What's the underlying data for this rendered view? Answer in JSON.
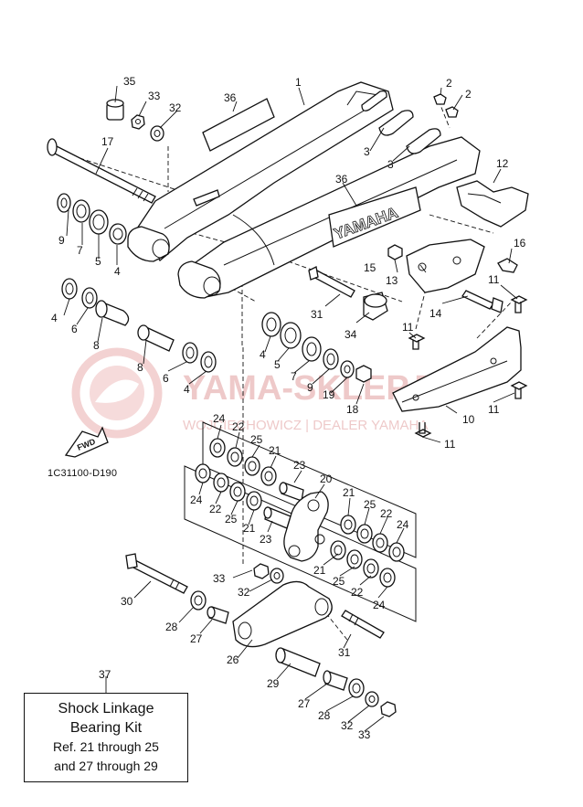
{
  "watermark": {
    "brand": "YAMA-SKLEP.PL",
    "subline": "WOJCIECHOWICZ | DEALER YAMAHA",
    "color": "#e9b8b8"
  },
  "decal_text": "YAMAHA",
  "fwd_label": "FWD",
  "catalog_code": "1C31100-D190",
  "kit": {
    "ref_no": "37",
    "line1": "Shock Linkage",
    "line2": "Bearing Kit",
    "line3": "Ref. 21 through 25",
    "line4": "and 27 through 29"
  },
  "callouts": [
    {
      "id": "c1",
      "text": "1"
    },
    {
      "id": "c2a",
      "text": "2"
    },
    {
      "id": "c2b",
      "text": "2"
    },
    {
      "id": "c3a",
      "text": "3"
    },
    {
      "id": "c3b",
      "text": "3"
    },
    {
      "id": "c4a",
      "text": "4"
    },
    {
      "id": "c4b",
      "text": "4"
    },
    {
      "id": "c4c",
      "text": "4"
    },
    {
      "id": "c4d",
      "text": "4"
    },
    {
      "id": "c5a",
      "text": "5"
    },
    {
      "id": "c5b",
      "text": "5"
    },
    {
      "id": "c6a",
      "text": "6"
    },
    {
      "id": "c6b",
      "text": "6"
    },
    {
      "id": "c7a",
      "text": "7"
    },
    {
      "id": "c7b",
      "text": "7"
    },
    {
      "id": "c8a",
      "text": "8"
    },
    {
      "id": "c8b",
      "text": "8"
    },
    {
      "id": "c9a",
      "text": "9"
    },
    {
      "id": "c9b",
      "text": "9"
    },
    {
      "id": "c10",
      "text": "10"
    },
    {
      "id": "c11a",
      "text": "11"
    },
    {
      "id": "c11b",
      "text": "11"
    },
    {
      "id": "c11c",
      "text": "11"
    },
    {
      "id": "c11d",
      "text": "11"
    },
    {
      "id": "c12",
      "text": "12"
    },
    {
      "id": "c13",
      "text": "13"
    },
    {
      "id": "c14",
      "text": "14"
    },
    {
      "id": "c15",
      "text": "15"
    },
    {
      "id": "c16",
      "text": "16"
    },
    {
      "id": "c17",
      "text": "17"
    },
    {
      "id": "c18",
      "text": "18"
    },
    {
      "id": "c19",
      "text": "19"
    },
    {
      "id": "c20",
      "text": "20"
    },
    {
      "id": "c21a",
      "text": "21"
    },
    {
      "id": "c21b",
      "text": "21"
    },
    {
      "id": "c21c",
      "text": "21"
    },
    {
      "id": "c21d",
      "text": "21"
    },
    {
      "id": "c22a",
      "text": "22"
    },
    {
      "id": "c22b",
      "text": "22"
    },
    {
      "id": "c22c",
      "text": "22"
    },
    {
      "id": "c22d",
      "text": "22"
    },
    {
      "id": "c23a",
      "text": "23"
    },
    {
      "id": "c23b",
      "text": "23"
    },
    {
      "id": "c24a",
      "text": "24"
    },
    {
      "id": "c24b",
      "text": "24"
    },
    {
      "id": "c24c",
      "text": "24"
    },
    {
      "id": "c24d",
      "text": "24"
    },
    {
      "id": "c25a",
      "text": "25"
    },
    {
      "id": "c25b",
      "text": "25"
    },
    {
      "id": "c25c",
      "text": "25"
    },
    {
      "id": "c25d",
      "text": "25"
    },
    {
      "id": "c26",
      "text": "26"
    },
    {
      "id": "c27a",
      "text": "27"
    },
    {
      "id": "c27b",
      "text": "27"
    },
    {
      "id": "c28a",
      "text": "28"
    },
    {
      "id": "c28b",
      "text": "28"
    },
    {
      "id": "c29",
      "text": "29"
    },
    {
      "id": "c30",
      "text": "30"
    },
    {
      "id": "c31a",
      "text": "31"
    },
    {
      "id": "c31b",
      "text": "31"
    },
    {
      "id": "c32a",
      "text": "32"
    },
    {
      "id": "c32b",
      "text": "32"
    },
    {
      "id": "c32c",
      "text": "32"
    },
    {
      "id": "c33a",
      "text": "33"
    },
    {
      "id": "c33b",
      "text": "33"
    },
    {
      "id": "c33c",
      "text": "33"
    },
    {
      "id": "c34",
      "text": "34"
    },
    {
      "id": "c35",
      "text": "35"
    },
    {
      "id": "c36a",
      "text": "36"
    },
    {
      "id": "c36b",
      "text": "36"
    }
  ]
}
